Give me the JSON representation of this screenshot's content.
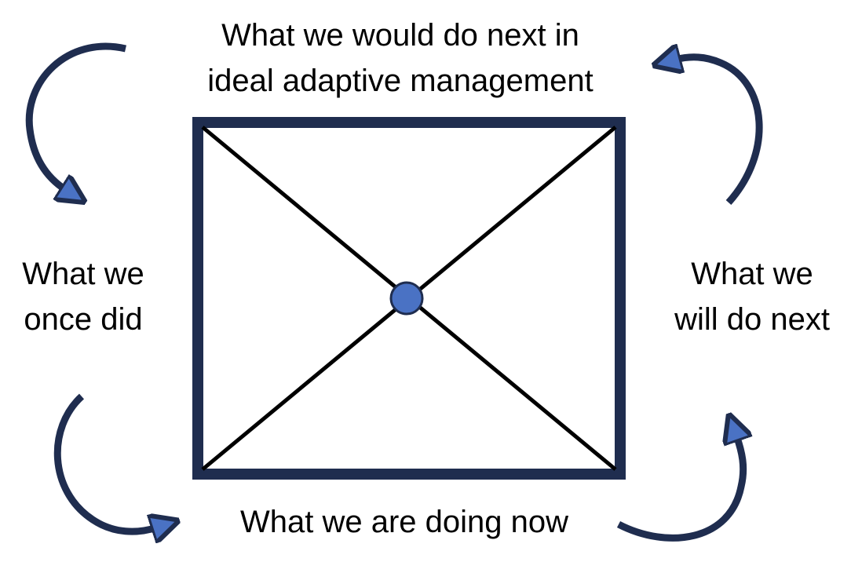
{
  "labels": {
    "top": [
      "What we would do next in",
      "ideal adaptive management"
    ],
    "left": [
      "What we",
      "once did"
    ],
    "right": [
      "What we",
      "will do next"
    ],
    "bottom": [
      "What we are doing now"
    ]
  },
  "colors": {
    "frame": "#1f2d4f",
    "diagonal": "#000000",
    "center_dot_fill": "#4a72c4",
    "center_dot_stroke": "#1f2d4f",
    "arrow_stroke": "#1f2d4f",
    "arrowhead_fill": "#4a72c4"
  },
  "icons": {
    "cycle_arrows": [
      "curved-arrow-top-left-icon",
      "curved-arrow-bottom-left-icon",
      "curved-arrow-bottom-right-icon",
      "curved-arrow-top-right-icon"
    ]
  }
}
